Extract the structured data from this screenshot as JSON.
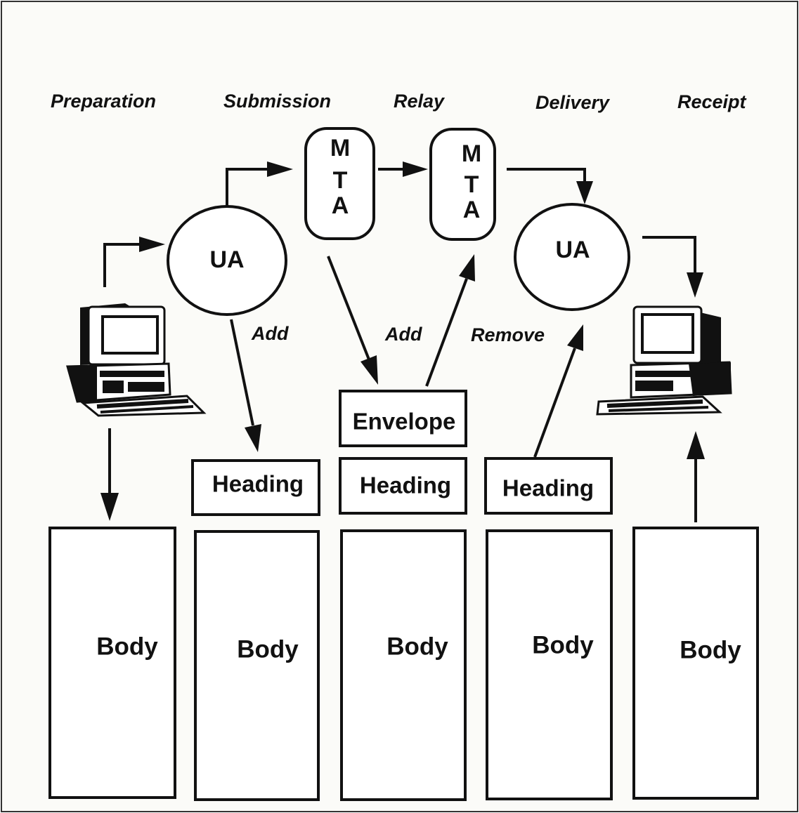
{
  "phases": {
    "preparation": "Preparation",
    "submission": "Submission",
    "relay": "Relay",
    "delivery": "Delivery",
    "receipt": "Receipt"
  },
  "nodes": {
    "ua_sender": "UA",
    "ua_receiver": "UA",
    "mta_1": [
      "M",
      "T",
      "A"
    ],
    "mta_2": [
      "M",
      "T",
      "A"
    ]
  },
  "actions": {
    "add_heading": "Add",
    "add_envelope": "Add",
    "remove_envelope": "Remove"
  },
  "components": {
    "envelope": "Envelope",
    "heading": "Heading",
    "body": "Body"
  }
}
